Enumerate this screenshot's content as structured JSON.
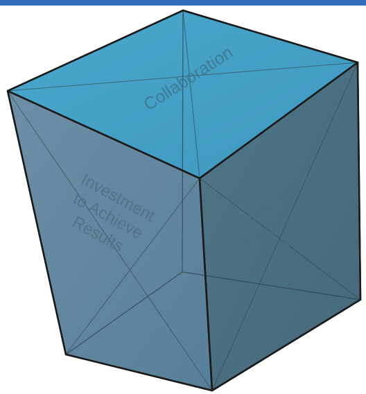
{
  "faces": {
    "top": {
      "label": "Collaboration",
      "color": "#49a3c8"
    },
    "front": {
      "lines": [
        "Investment",
        "to Achieve",
        "Results"
      ],
      "color": "#6389a3"
    },
    "right": {
      "lines": [
        "Continuous",
        "Performance",
        "Improvement"
      ],
      "color": "#4d7486"
    }
  },
  "colors": {
    "header_bar": "#2f6cb5",
    "edge": "#1a1a1a",
    "hidden_edge": "#2d3e48"
  }
}
